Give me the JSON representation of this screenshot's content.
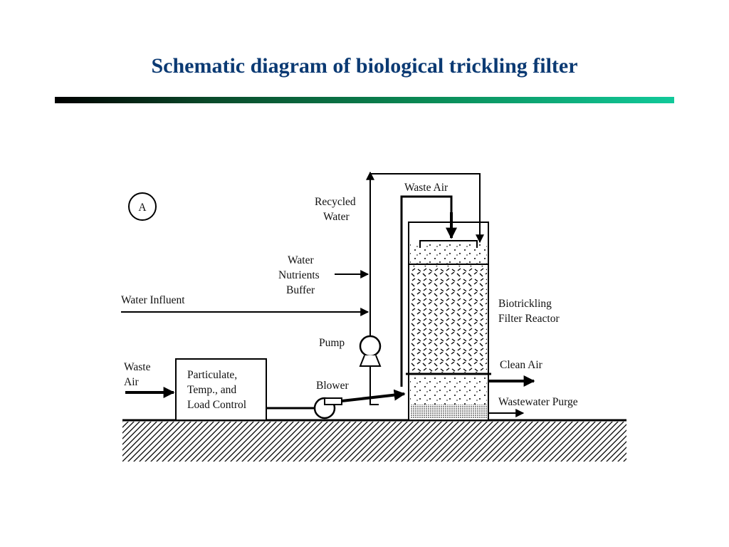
{
  "slide": {
    "title": "Schematic diagram of biological trickling filter"
  },
  "diagram": {
    "panel_marker": "A",
    "labels": {
      "waste_air_top": "Waste Air",
      "recycled_water": [
        "Recycled",
        "Water"
      ],
      "water_nutrients_buffer": [
        "Water",
        "Nutrients",
        "Buffer"
      ],
      "water_influent": "Water Influent",
      "pump": "Pump",
      "blower": "Blower",
      "waste_air_inlet": [
        "Waste",
        "Air"
      ],
      "control_box": [
        "Particulate,",
        "Temp., and",
        "Load Control"
      ],
      "reactor": [
        "Biotrickling",
        "Filter Reactor"
      ],
      "clean_air": "Clean Air",
      "wastewater_purge": "Wastewater Purge"
    }
  }
}
